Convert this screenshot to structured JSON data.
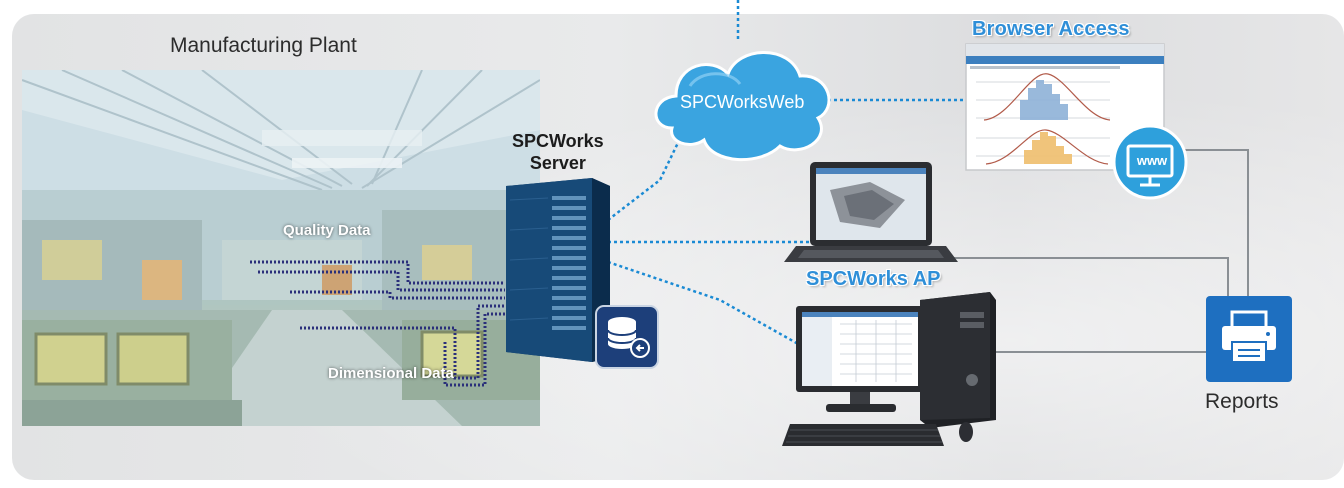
{
  "plant": {
    "title": "Manufacturing Plant"
  },
  "data_flows": {
    "quality": "Quality Data",
    "dimensional": "Dimensional Data"
  },
  "server": {
    "line1": "SPCWorks",
    "line2": "Server"
  },
  "cloud": {
    "label": "SPCWorksWeb"
  },
  "browser": {
    "title": "Browser Access",
    "badge": "www"
  },
  "ap": {
    "title": "SPCWorks AP"
  },
  "reports": {
    "label": "Reports"
  },
  "colors": {
    "accent": "#2f8fd8",
    "link": "#1a8ad4",
    "cable": "#2a2f7a",
    "panel": "#e3e4e5"
  }
}
